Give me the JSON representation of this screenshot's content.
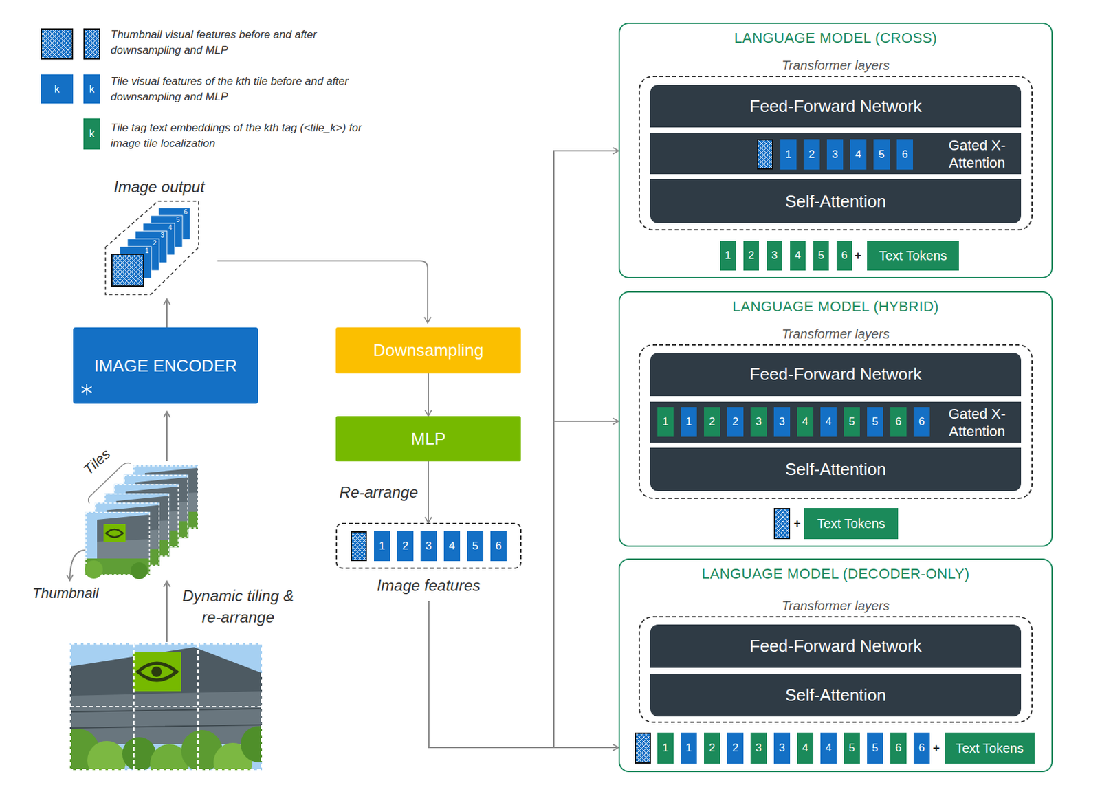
{
  "diagram": {
    "nodes": [
      {
        "text": [
          "IMAGE ENCODER"
        ]
      },
      {
        "text": [
          "Downsampling"
        ]
      },
      {
        "text": [
          "MLP"
        ]
      },
      {
        "text": [
          "Image features"
        ]
      },
      {
        "text": [
          "1"
        ],
        "in": 3
      },
      {
        "text": [
          "2"
        ],
        "in": 3
      },
      {
        "text": [
          "3"
        ],
        "in": 3
      },
      {
        "text": [
          "4"
        ],
        "in": 3
      },
      {
        "text": [
          "5"
        ],
        "in": 3
      },
      {
        "text": [
          "6"
        ],
        "in": 3
      },
      {
        "text": [
          "LANGUAGE MODEL (CROSS)"
        ]
      },
      {
        "text": [
          "Transformer layers"
        ],
        "in": 10
      },
      {
        "text": [
          "Feed-Forward Network"
        ],
        "in": 11
      },
      {
        "text": [
          "Gated X-Attention"
        ],
        "in": 11
      },
      {
        "text": [
          "1"
        ],
        "in": 13
      },
      {
        "text": [
          "2"
        ],
        "in": 13
      },
      {
        "text": [
          "3"
        ],
        "in": 13
      },
      {
        "text": [
          "4"
        ],
        "in": 13
      },
      {
        "text": [
          "5"
        ],
        "in": 13
      },
      {
        "text": [
          "6"
        ],
        "in": 13
      },
      {
        "text": [
          "Self-Attention"
        ],
        "in": 11
      },
      {
        "text": [
          "1"
        ],
        "in": 10
      },
      {
        "text": [
          "2"
        ],
        "in": 10
      },
      {
        "text": [
          "3"
        ],
        "in": 10
      },
      {
        "text": [
          "4"
        ],
        "in": 10
      },
      {
        "text": [
          "5"
        ],
        "in": 10
      },
      {
        "text": [
          "6"
        ],
        "in": 10
      },
      {
        "text": [
          "Text Tokens"
        ],
        "in": 10
      },
      {
        "text": [
          "LANGUAGE MODEL (HYBRID)"
        ]
      },
      {
        "text": [
          "Transformer layers"
        ],
        "in": 28
      },
      {
        "text": [
          "Feed-Forward Network"
        ],
        "in": 29
      },
      {
        "text": [
          "Gated X-Attention"
        ],
        "in": 29
      },
      {
        "text": [
          "1"
        ],
        "in": 31
      },
      {
        "text": [
          "1"
        ],
        "in": 31
      },
      {
        "text": [
          "2"
        ],
        "in": 31
      },
      {
        "text": [
          "2"
        ],
        "in": 31
      },
      {
        "text": [
          "3"
        ],
        "in": 31
      },
      {
        "text": [
          "3"
        ],
        "in": 31
      },
      {
        "text": [
          "4"
        ],
        "in": 31
      },
      {
        "text": [
          "4"
        ],
        "in": 31
      },
      {
        "text": [
          "5"
        ],
        "in": 31
      },
      {
        "text": [
          "5"
        ],
        "in": 31
      },
      {
        "text": [
          "6"
        ],
        "in": 31
      },
      {
        "text": [
          "6"
        ],
        "in": 31
      },
      {
        "text": [
          "Self-Attention"
        ],
        "in": 29
      },
      {
        "text": [
          "Text Tokens"
        ],
        "in": 28
      },
      {
        "text": [
          "LANGUAGE MODEL (DECODER-ONLY)"
        ]
      },
      {
        "text": [
          "Transformer layers"
        ],
        "in": 46
      },
      {
        "text": [
          "Feed-Forward Network"
        ],
        "in": 47
      },
      {
        "text": [
          "Self-Attention"
        ],
        "in": 47
      },
      {
        "text": [
          "1"
        ],
        "in": 46
      },
      {
        "text": [
          "1"
        ],
        "in": 46
      },
      {
        "text": [
          "2"
        ],
        "in": 46
      },
      {
        "text": [
          "2"
        ],
        "in": 46
      },
      {
        "text": [
          "3"
        ],
        "in": 46
      },
      {
        "text": [
          "3"
        ],
        "in": 46
      },
      {
        "text": [
          "4"
        ],
        "in": 46
      },
      {
        "text": [
          "4"
        ],
        "in": 46
      },
      {
        "text": [
          "5"
        ],
        "in": 46
      },
      {
        "text": [
          "5"
        ],
        "in": 46
      },
      {
        "text": [
          "6"
        ],
        "in": 46
      },
      {
        "text": [
          "6"
        ],
        "in": 46
      },
      {
        "text": [
          "Text Tokens"
        ],
        "in": 46
      }
    ],
    "edges": [
      {
        "from": 1,
        "to": 2,
        "arrow": "to"
      },
      {
        "from": 2,
        "to": 3,
        "label": "Re-arrange",
        "arrow": "to"
      },
      {
        "from": 3,
        "to": 10,
        "arrow": "to"
      },
      {
        "from": 3,
        "to": 28,
        "arrow": "to"
      },
      {
        "from": 3,
        "to": 46,
        "arrow": "to"
      }
    ],
    "labels": [
      "Image output",
      "1",
      "2",
      "3",
      "4",
      "5",
      "6",
      "Tiles",
      "Thumbnail",
      "Dynamic tiling & re-arrange",
      "k",
      "k",
      "k",
      "+",
      "+",
      "+"
    ],
    "legend": [
      {
        "text": "Thumbnail visual features before and after downsampling and MLP"
      },
      {
        "text": "Tile visual features of the kth tile before and after downsampling and MLP",
        "color": "#1470c5"
      },
      {
        "text": "Tile tag text embeddings of the kth tag (<tile_k>) for image tile localization",
        "color": "#1b8a5a"
      }
    ]
  }
}
